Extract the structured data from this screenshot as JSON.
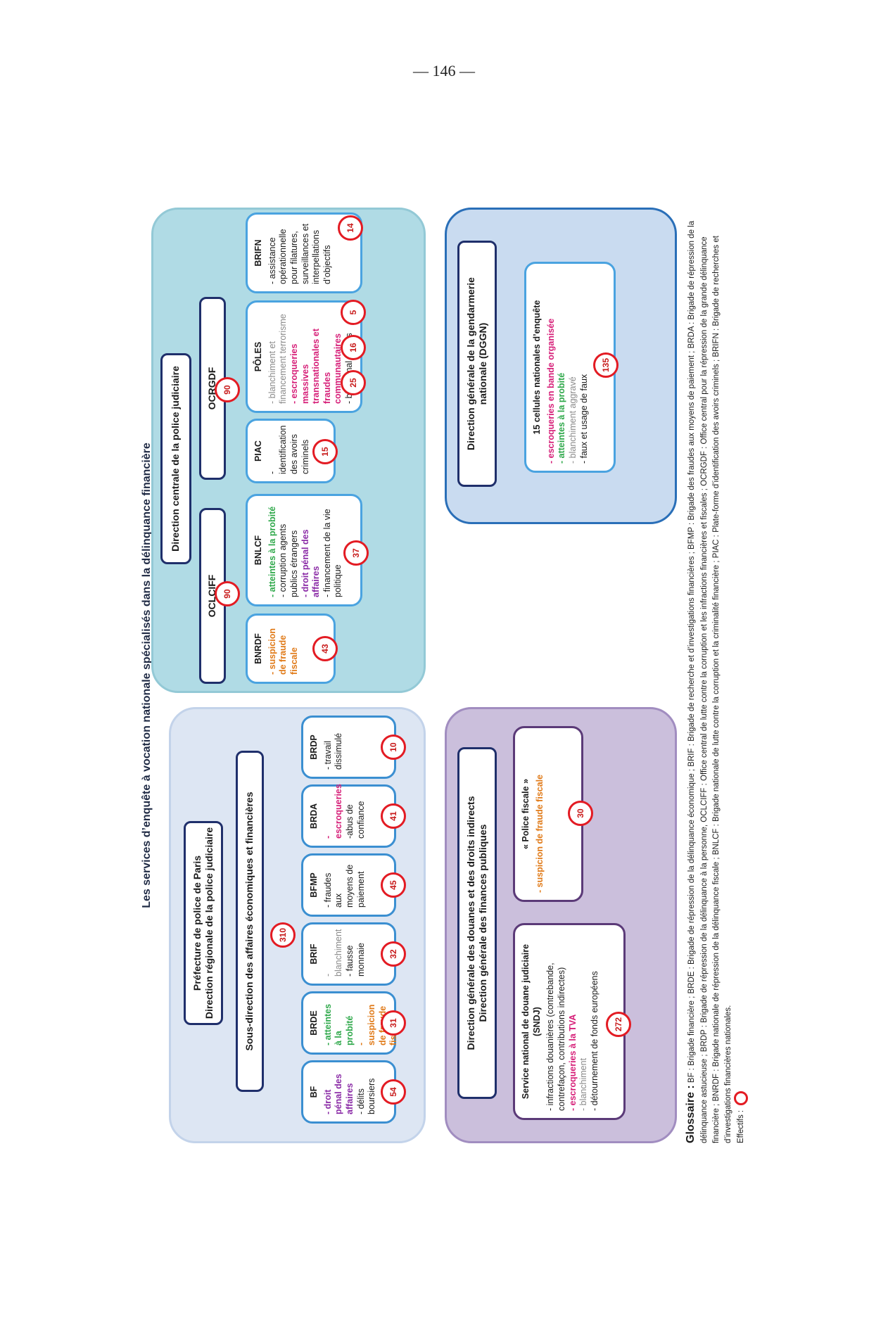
{
  "page_number": "— 146 —",
  "figure_title": "Les services d’enquête à vocation nationale spécialisés dans la délinquance financière",
  "paris": {
    "header_line1": "Préfecture de police de Paris",
    "header_line2": "Direction régionale de la police judiciaire",
    "subheader": "Sous-direction des affaires économiques et financières",
    "total": "310",
    "units": [
      {
        "name": "BF",
        "items": [
          "- droit pénal des affaires",
          "- délits boursiers"
        ],
        "count": "54"
      },
      {
        "name": "BRDE",
        "items": [
          "- atteintes à la probité",
          "- suspicion de fraude fiscale"
        ],
        "count": "31"
      },
      {
        "name": "BRIF",
        "items": [
          "- blanchiment",
          "- fausse monnaie"
        ],
        "count": "32"
      },
      {
        "name": "BFMP",
        "items": [
          "- fraudes aux moyens de paiement"
        ],
        "count": "45"
      },
      {
        "name": "BRDA",
        "items": [
          "- escroqueries",
          "-abus de confiance"
        ],
        "count": "41"
      },
      {
        "name": "BRDP",
        "items": [
          "- travail dissimulé"
        ],
        "count": "10"
      }
    ]
  },
  "dcpj": {
    "header": "Direction centrale de la police judiciaire",
    "oclciff": {
      "label": "OCLCIFF",
      "count": "90"
    },
    "ocrgdf": {
      "label": "OCRGDF",
      "count": "90"
    },
    "bnrdf": {
      "name": "BNRDF",
      "items": [
        "- suspicion de fraude fiscale"
      ],
      "count": "43"
    },
    "bnlcf": {
      "name": "BNLCF",
      "items": [
        "- atteintes à la probité",
        "- corruption agents publics étrangers",
        "- droit pénal des affaires",
        "- financement de la vie politique"
      ],
      "count": "37"
    },
    "piac": {
      "name": "PIAC",
      "items": [
        "- identification des avoirs criminels"
      ],
      "count": "15"
    },
    "poles": {
      "name": "PÔLES",
      "items": [
        "- blanchiment et financement terrorisme",
        "- escroqueries massives transnationales et fraudes communautaires",
        "- biens mal acquis"
      ],
      "counts": [
        "25",
        "16",
        "5"
      ]
    },
    "brifn": {
      "name": "BRIFN",
      "items": [
        "- assistance opérationnelle pour filatures, surveillances et interpellations d’objectifs"
      ],
      "count": "14"
    }
  },
  "douane": {
    "header_line1": "Direction générale des douanes et des droits indirects",
    "header_line2": "Direction générale des finances publiques",
    "sndj": {
      "name": "Service national de douane judiciaire (SNDJ)",
      "items": [
        "- infractions douanières (contrebande, contrefaçon, contributions indirectes)",
        "- escroqueries à la TVA",
        "- blanchiment",
        "- détournement de fonds européens"
      ],
      "count": "272"
    },
    "police_fiscale": {
      "name": "« Police fiscale »",
      "items": [
        "- suspicion de fraude fiscale"
      ],
      "count": "30"
    }
  },
  "gendarmerie": {
    "header_line1": "Direction générale de la gendarmerie",
    "header_line2": "nationale (DGGN)",
    "cells": {
      "name": "15 cellules nationales d’enquête",
      "items": [
        "- escroqueries en bande organisée",
        "- atteintes à la probité",
        "- blanchiment aggravé",
        "- faux et usage de faux"
      ],
      "count": "135"
    }
  },
  "glossary": {
    "label": "Glossaire :",
    "text": "BF : Brigade financière ; BRDE : Brigade de répression de la délinquance économique ; BRIF : Brigade de recherche et d’investigations financières ; BFMP : Brigade des fraudes aux moyens de paiement ; BRDA : Brigade de répression de la délinquance astucieuse ; BRDP : Brigade de répression de la délinquance à la personne, OCLCIFF : Office central de lutte contre la corruption et les infractions financières et fiscales ; OCRGDF : Office central pour la répression de la grande délinquance financière ; BNRDF : Brigade nationale de répression de la délinquance fiscale ; BNLCF : Brigade nationale de lutte contre la corruption et la criminalité financière ; PIAC : Plate-forme d’identification des avoirs criminels ; BRIFN : Brigade de recherches et d’investigations financières nationales.",
    "effectifs_label": "Effectifs :"
  }
}
